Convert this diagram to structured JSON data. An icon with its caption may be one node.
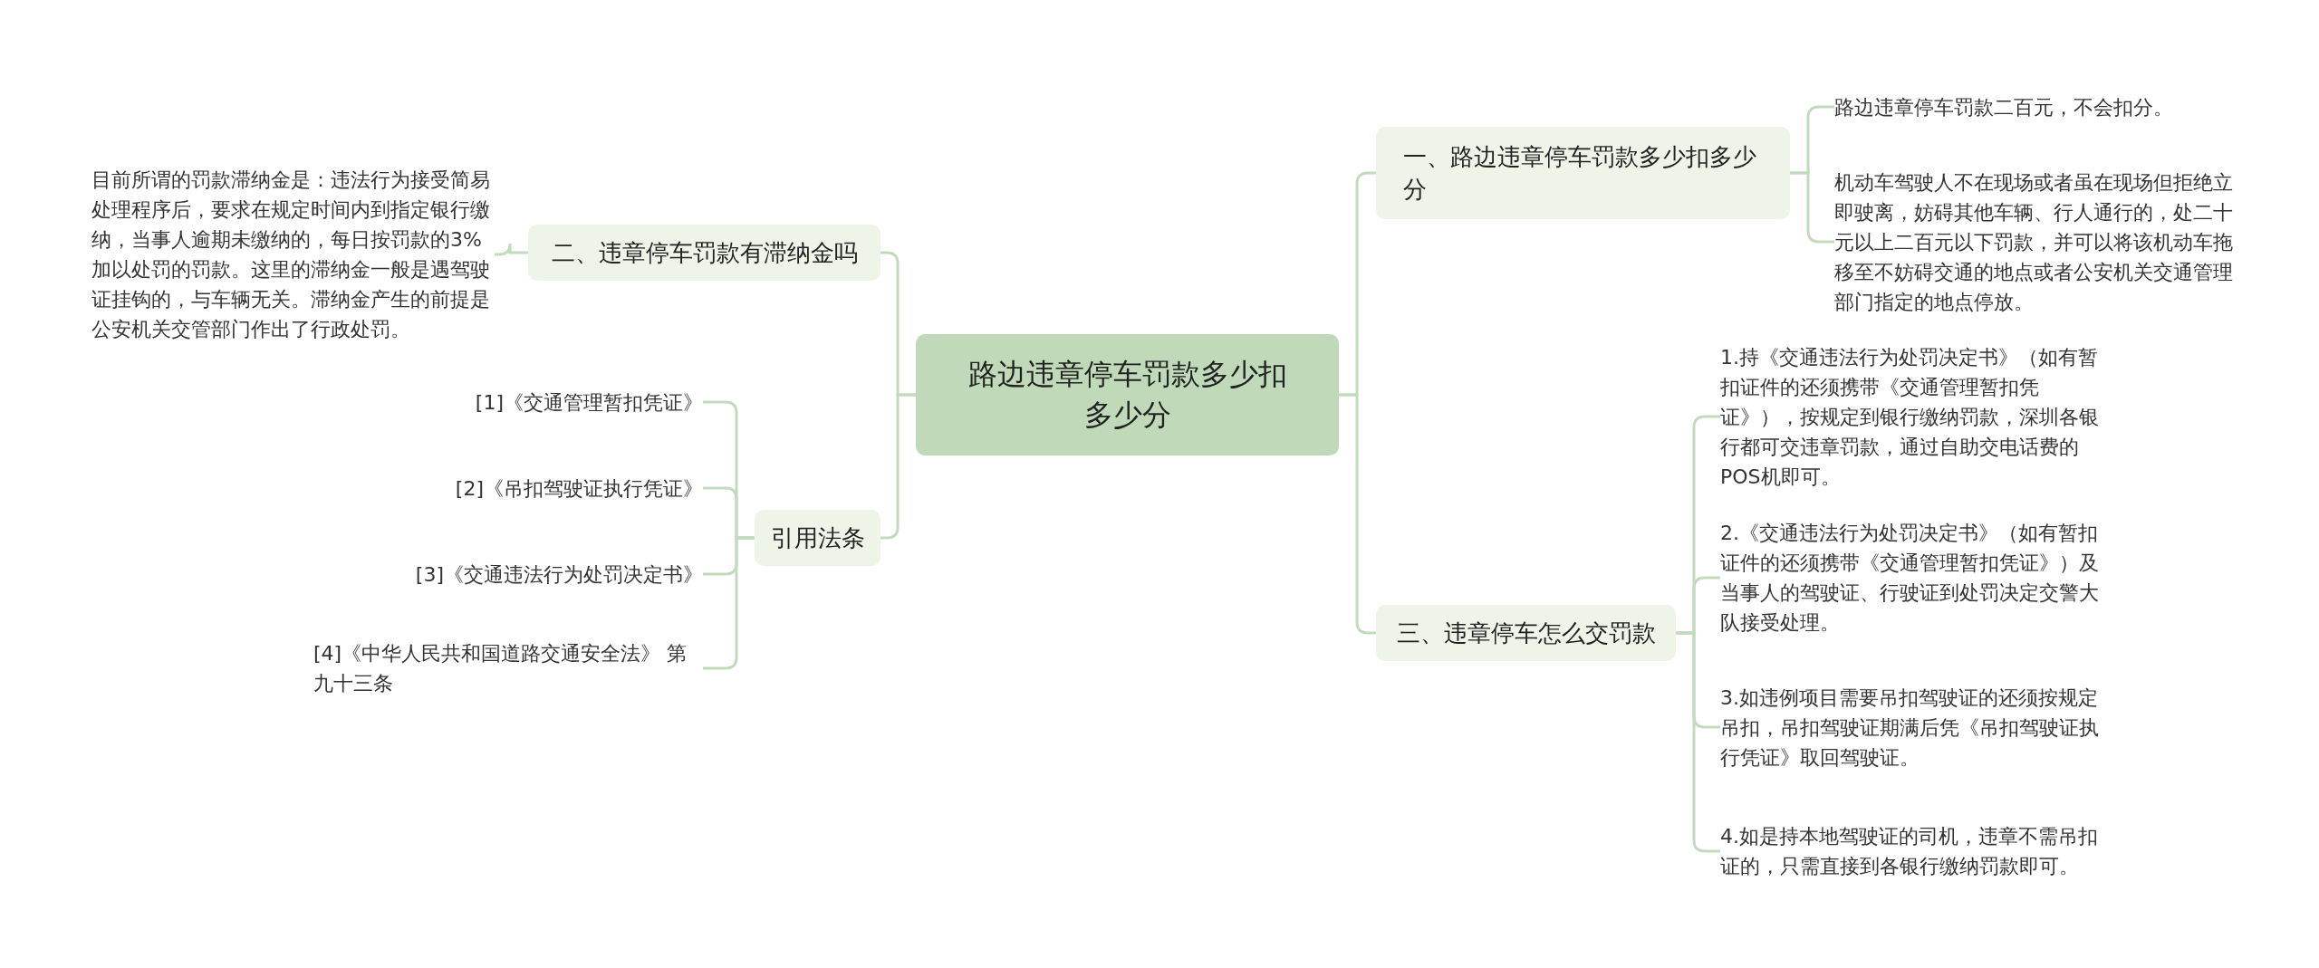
{
  "diagram": {
    "nodes": [
      {
        "text": [
          "路边违章停车罚款多少扣多少分"
        ]
      },
      {
        "text": [
          "一、路边违章停车罚款多少扣多少分"
        ]
      },
      {
        "text": [
          "路边违章停车罚款二百元，不会扣分。"
        ]
      },
      {
        "text": [
          "机动车驾驶人不在现场或者虽在现场但拒绝立即驶离，妨碍其他车辆、行人通行的，处二十元以上二百元以下罚款，并可以将该机动车拖移至不妨碍交通的地点或者公安机关交通管理部门指定的地点停放。"
        ]
      },
      {
        "text": [
          "三、违章停车怎么交罚款"
        ]
      },
      {
        "text": [
          "1.持《交通违法行为处罚决定书》（如有暂扣证件的还须携带《交通管理暂扣凭证》），按规定到银行缴纳罚款，深圳各银行都可交违章罚款，通过自助交电话费的POS机即可。"
        ]
      },
      {
        "text": [
          "2.《交通违法行为处罚决定书》（如有暂扣证件的还须携带《交通管理暂扣凭证》）及当事人的驾驶证、行驶证到处罚决定交警大队接受处理。"
        ]
      },
      {
        "text": [
          "3.如违例项目需要吊扣驾驶证的还须按规定吊扣，吊扣驾驶证期满后凭《吊扣驾驶证执行凭证》取回驾驶证。"
        ]
      },
      {
        "text": [
          "4.如是持本地驾驶证的司机，违章不需吊扣证的，只需直接到各银行缴纳罚款即可。"
        ]
      },
      {
        "text": [
          "二、违章停车罚款有滞纳金吗"
        ]
      },
      {
        "text": [
          "目前所谓的罚款滞纳金是：违法行为接受简易处理程序后，要求在规定时间内到指定银行缴纳，当事人逾期未缴纳的，每日按罚款的3%加以处罚的罚款。这里的滞纳金一般是遇驾驶证挂钩的，与车辆无关。滞纳金产生的前提是公安机关交管部门作出了行政处罚。"
        ]
      },
      {
        "text": [
          "引用法条"
        ]
      },
      {
        "text": [
          "[1]《交通管理暂扣凭证》"
        ]
      },
      {
        "text": [
          "[2]《吊扣驾驶证执行凭证》"
        ]
      },
      {
        "text": [
          "[3]《交通违法行为处罚决定书》"
        ]
      },
      {
        "text": [
          "[4]《中华人民共和国道路交通安全法》 第九十三条"
        ]
      }
    ],
    "edges": [
      {
        "from": 0,
        "to": 1,
        "arrow": "none"
      },
      {
        "from": 1,
        "to": 2,
        "arrow": "none"
      },
      {
        "from": 1,
        "to": 3,
        "arrow": "none"
      },
      {
        "from": 0,
        "to": 4,
        "arrow": "none"
      },
      {
        "from": 4,
        "to": 5,
        "arrow": "none"
      },
      {
        "from": 4,
        "to": 6,
        "arrow": "none"
      },
      {
        "from": 4,
        "to": 7,
        "arrow": "none"
      },
      {
        "from": 4,
        "to": 8,
        "arrow": "none"
      },
      {
        "from": 0,
        "to": 9,
        "arrow": "none"
      },
      {
        "from": 9,
        "to": 10,
        "arrow": "none"
      },
      {
        "from": 0,
        "to": 11,
        "arrow": "none"
      },
      {
        "from": 11,
        "to": 12,
        "arrow": "none"
      },
      {
        "from": 11,
        "to": 13,
        "arrow": "none"
      },
      {
        "from": 11,
        "to": 14,
        "arrow": "none"
      },
      {
        "from": 11,
        "to": 15,
        "arrow": "none"
      }
    ]
  }
}
